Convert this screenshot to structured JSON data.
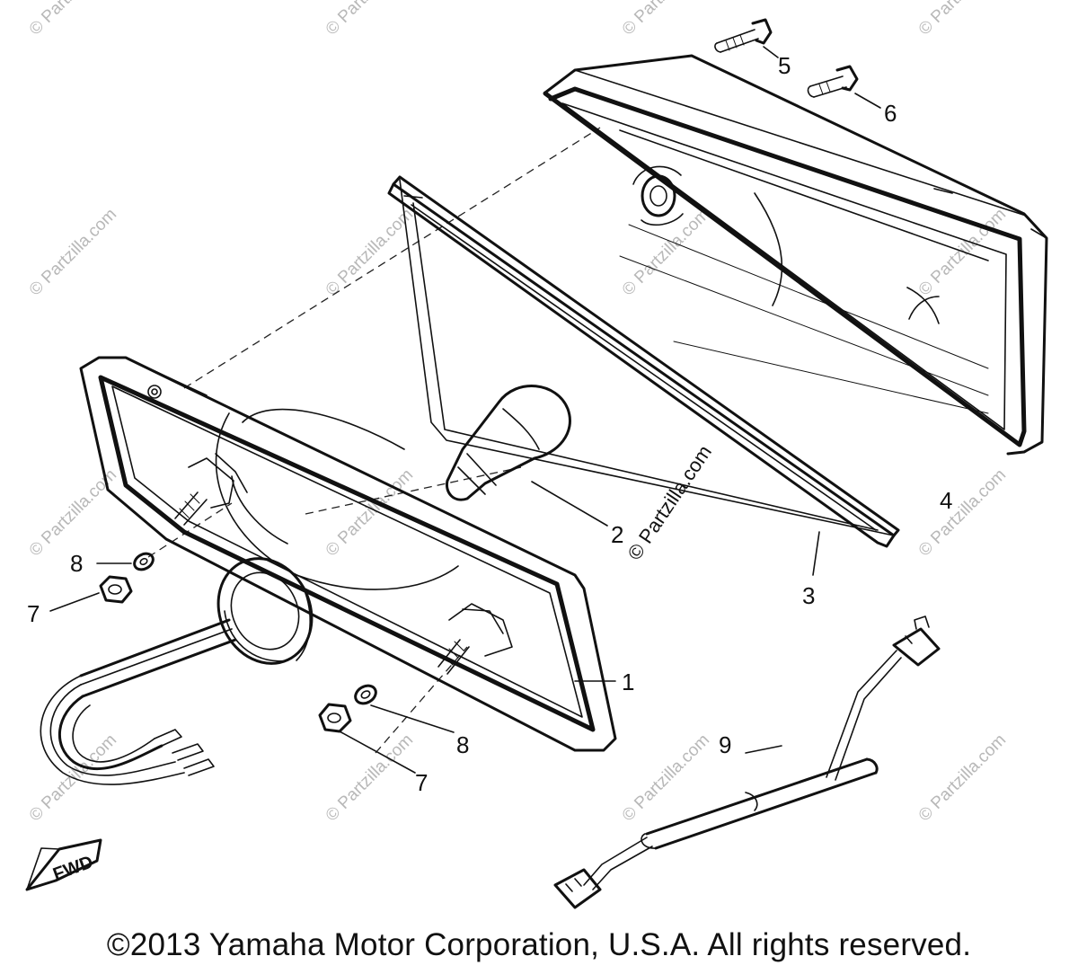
{
  "callouts": {
    "c1": "1",
    "c2": "2",
    "c3": "3",
    "c4": "4",
    "c5": "5",
    "c6": "6",
    "c7a": "7",
    "c7b": "7",
    "c8a": "8",
    "c8b": "8",
    "c9": "9"
  },
  "direction_marker": "FWD",
  "watermark": "© Partzilla.com",
  "copyright": "©2013 Yamaha Motor Corporation, U.S.A. All rights reserved.",
  "colors": {
    "line": "#111111",
    "watermark": "#b8b8b8",
    "background": "#ffffff"
  }
}
